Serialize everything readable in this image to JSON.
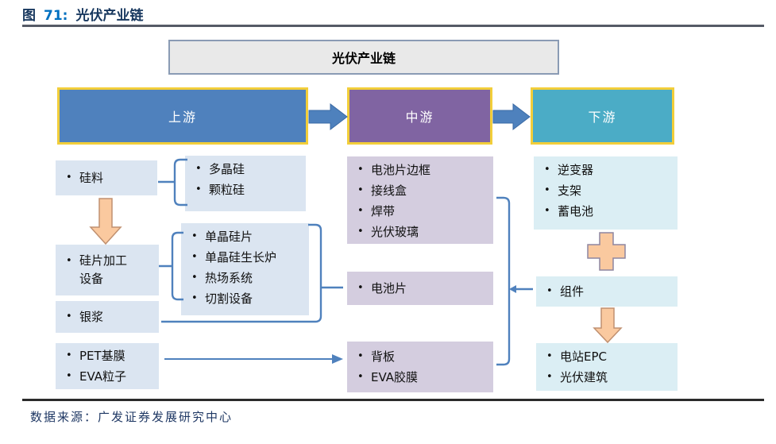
{
  "figure": {
    "prefix": "图",
    "number": "71:",
    "title": "光伏产业链"
  },
  "chain": {
    "title": "光伏产业链"
  },
  "stages": {
    "upstream": "上游",
    "midstream": "中游",
    "downstream": "下游"
  },
  "boxes": {
    "silicon": [
      "硅料"
    ],
    "polysilicon": [
      "多晶硅",
      "颗粒硅"
    ],
    "wafer_equipment": [
      "硅片加工设备"
    ],
    "wafer_products": [
      "单晶硅片",
      "单晶硅生长炉",
      "热场系统",
      "切割设备"
    ],
    "silver_paste": [
      "银浆"
    ],
    "films": [
      "PET基膜",
      "EVA粒子"
    ],
    "cell_components": [
      "电池片边框",
      "接线盒",
      "焊带",
      "光伏玻璃"
    ],
    "cell": [
      "电池片"
    ],
    "backsheet": [
      "背板",
      "EVA胶膜"
    ],
    "downstream_parts": [
      "逆变器",
      "支架",
      "蓄电池"
    ],
    "module": [
      "组件"
    ],
    "epc": [
      "电站EPC",
      "光伏建筑"
    ]
  },
  "source": "数据来源：广发证券发展研究中心",
  "colors": {
    "upstream_fill": "#4F81BD",
    "midstream_fill": "#8064A2",
    "downstream_fill": "#4BACC6",
    "stage_border": "#F2CE3A",
    "box_blue": "#DBE5F1",
    "box_purple": "#D4CDDF",
    "box_cyan": "#DBEEF4",
    "connector": "#4F81BD",
    "orange_shape": "#FAC99F",
    "title_navy": "#17375E",
    "figure_number_blue": "#0070C0"
  }
}
